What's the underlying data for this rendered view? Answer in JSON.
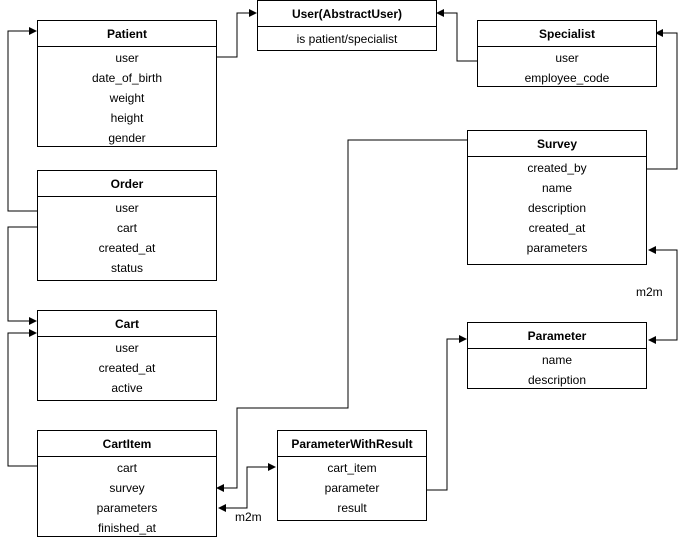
{
  "entities": {
    "user": {
      "title": "User(AbstractUser)",
      "fields": [
        "is patient/specialist"
      ]
    },
    "patient": {
      "title": "Patient",
      "fields": [
        "user",
        "date_of_birth",
        "weight",
        "height",
        "gender"
      ]
    },
    "specialist": {
      "title": "Specialist",
      "fields": [
        "user",
        "employee_code"
      ]
    },
    "order": {
      "title": "Order",
      "fields": [
        "user",
        "cart",
        "created_at",
        "status"
      ]
    },
    "survey": {
      "title": "Survey",
      "fields": [
        "created_by",
        "name",
        "description",
        "created_at",
        "parameters"
      ]
    },
    "cart": {
      "title": "Cart",
      "fields": [
        "user",
        "created_at",
        "active"
      ]
    },
    "parameter": {
      "title": "Parameter",
      "fields": [
        "name",
        "description"
      ]
    },
    "cartitem": {
      "title": "CartItem",
      "fields": [
        "cart",
        "survey",
        "parameters",
        "finished_at"
      ]
    },
    "pwr": {
      "title": "ParameterWithResult",
      "fields": [
        "cart_item",
        "parameter",
        "result"
      ]
    }
  },
  "labels": {
    "m2m_survey_parameter": "m2m",
    "m2m_cartitem_pwr": "m2m"
  }
}
